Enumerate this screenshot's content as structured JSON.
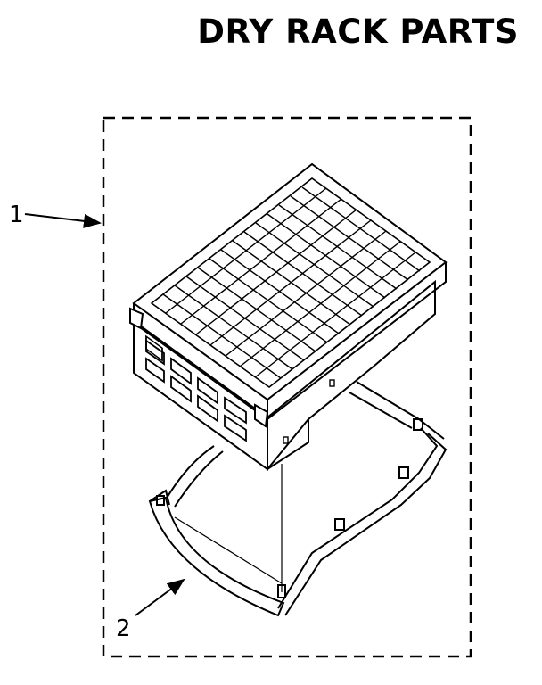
{
  "title": "DRY RACK PARTS",
  "callouts": [
    {
      "id": "1",
      "label": "1"
    },
    {
      "id": "2",
      "label": "2"
    }
  ]
}
